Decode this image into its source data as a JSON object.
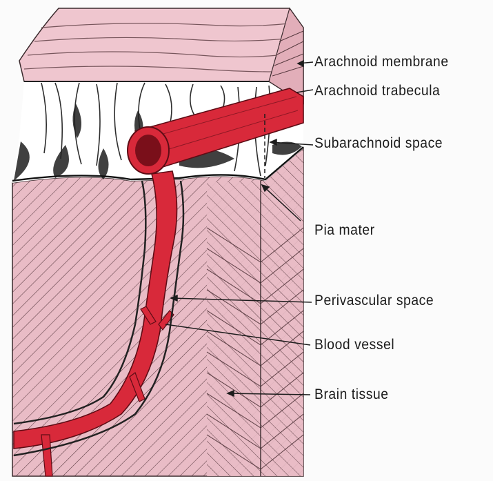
{
  "labels": {
    "arachnoid_membrane": "Arachnoid membrane",
    "arachnoid_trabecula": "Arachnoid trabecula",
    "subarachnoid_space": "Subarachnoid space",
    "pia_mater": "Pia mater",
    "perivascular_space": "Perivascular space",
    "blood_vessel": "Blood vessel",
    "brain_tissue": "Brain tissue"
  },
  "colors": {
    "tissue_pink": "#e9bcc6",
    "membrane_pink": "#efc6cf",
    "vessel_red": "#d8293a",
    "vessel_dark": "#8a1420",
    "ink": "#1c1c1c"
  }
}
